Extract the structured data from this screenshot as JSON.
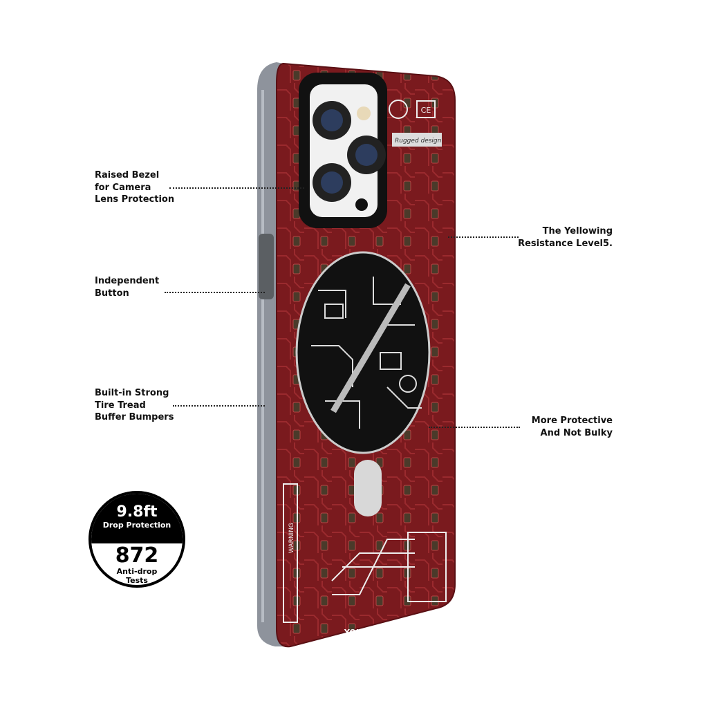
{
  "callouts": {
    "raised_bezel": "Raised Bezel\nfor Camera\nLens Protection",
    "independent_button": "Independent\nButton",
    "bumpers": "Built-in Strong\nTire Tread\nBuffer Bumpers",
    "yellowing": "The Yellowing\nResistance Level5.",
    "protective": "More Protective\nAnd Not Bulky"
  },
  "badge": {
    "drop_height": "9.8ft",
    "drop_label": "Drop Protection",
    "tests_count": "872",
    "tests_label_1": "Anti-drop",
    "tests_label_2": "Tests"
  },
  "case_print": {
    "brand": "YOUNGKIT",
    "rugged": "Rugged design",
    "warning": "WARNING",
    "ce": "CE"
  },
  "colors": {
    "case_red": "#7a1a1e",
    "trace": "#e8e8e8",
    "bumper": "#8e939c"
  }
}
